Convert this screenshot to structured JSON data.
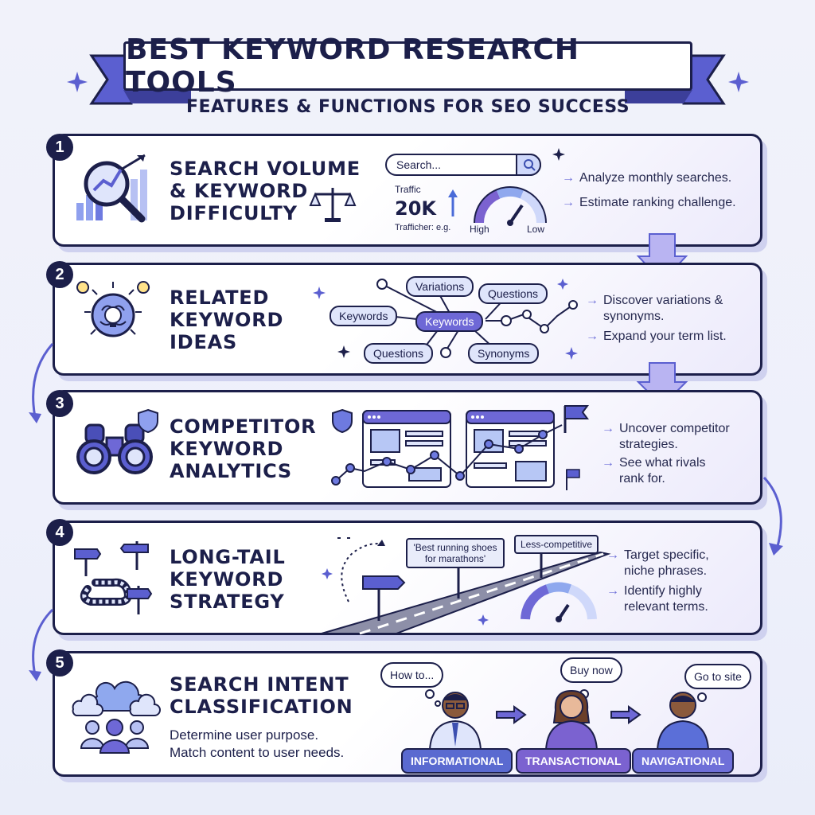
{
  "header": {
    "title": "BEST KEYWORD RESEARCH TOOLS",
    "subtitle": "FEATURES & FUNCTIONS FOR SEO SUCCESS"
  },
  "sections": [
    {
      "number": "1",
      "title_lines": [
        "SEARCH VOLUME",
        "& KEYWORD",
        "DIFFICULTY"
      ],
      "search_placeholder": "Search...",
      "traffic_label": "Traffic",
      "traffic_value": "20K",
      "traffic_note": "Trafficher: e.g.",
      "gauge_high": "High",
      "gauge_low": "Low",
      "bullets": [
        "Analyze monthly searches.",
        "Estimate ranking challenge."
      ]
    },
    {
      "number": "2",
      "title_lines": [
        "RELATED",
        "KEYWORD",
        "IDEAS"
      ],
      "nodes": {
        "center": "Keywords",
        "left": "Keywords",
        "top": "Variations",
        "right_top": "Questions",
        "bottom_left": "Questions",
        "bottom_right": "Synonyms"
      },
      "bullets": [
        "Discover variations & synonyms.",
        "Expand your term list."
      ]
    },
    {
      "number": "3",
      "title_lines": [
        "COMPETITOR",
        "KEYWORD",
        "ANALYTICS"
      ],
      "bullets": [
        "Uncover competitor strategies.",
        "See what rivals rank for."
      ]
    },
    {
      "number": "4",
      "title_lines": [
        "LONG-TAIL",
        "KEYWORD",
        "STRATEGY"
      ],
      "sign_phrase": "'Best running shoes for marathons'",
      "sign_competitive": "Less-competitive",
      "bullets": [
        "Target specific, niche phrases.",
        "Identify highly relevant terms."
      ]
    },
    {
      "number": "5",
      "title_lines": [
        "SEARCH INTENT",
        "CLASSIFICATION"
      ],
      "description": [
        "Determine user purpose.",
        "Match content to user needs."
      ],
      "thoughts": [
        "How to...",
        "Buy now",
        "Go to site"
      ],
      "intents": [
        "INFORMATIONAL",
        "TRANSACTIONAL",
        "NAVIGATIONAL"
      ]
    }
  ],
  "colors": {
    "navy": "#1c1f4a",
    "accent": "#6e6fd8",
    "lavender": "#dfe5fb",
    "badge_blue": "#5a6ad0",
    "badge_purple": "#7b62d0"
  },
  "icons": [
    "sparkle-icon",
    "magnifier-chart-icon",
    "scales-icon",
    "brain-bulb-icon",
    "binoculars-icon",
    "shield-icon",
    "flag-icon",
    "signpost-icon",
    "cloud-icon",
    "users-icon",
    "arrow-down-icon"
  ]
}
